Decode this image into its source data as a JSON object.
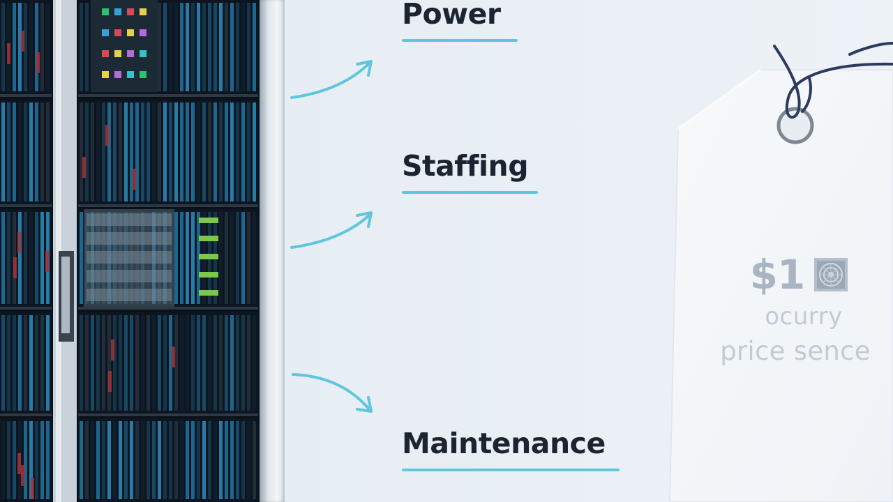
{
  "labels": {
    "power": "Power",
    "staffing": "Staffing",
    "maintenance": "Maintenance"
  },
  "price_tag": {
    "price": "$1",
    "line1": "ocurry",
    "line2": "price sence"
  },
  "icons": {
    "rack": "server-rack-illustration",
    "arrow": "curved-arrow-icon",
    "tag": "price-tag-icon",
    "qr": "qr-code-icon"
  },
  "colors": {
    "accent": "#5fc6dc",
    "heading": "#1b2430",
    "tag_text": "#a9b5c1",
    "string": "#2d3a5e",
    "background": "#e8eef4"
  }
}
